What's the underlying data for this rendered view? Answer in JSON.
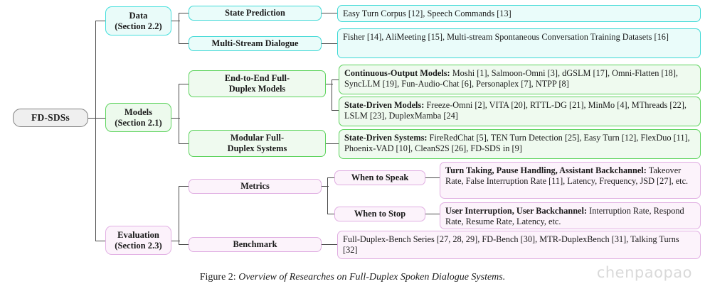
{
  "figure": {
    "caption_label": "Figure 2:",
    "caption_title": "Overview of Researches on Full-Duplex Spoken Dialogue Systems.",
    "watermark": "chenpaopao"
  },
  "colors": {
    "root_fill": "#efefef",
    "root_border": "#808080",
    "data_fill": "#e9fbf9",
    "data_border": "#43dfdc",
    "models_fill": "#edfaed",
    "models_border": "#5fd45f",
    "evaluation_fill": "#fcf2fb",
    "evaluation_border": "#e2b0e4",
    "connector": "#4a4a4a"
  },
  "root": {
    "label": "FD-SDSs"
  },
  "branches": {
    "data": {
      "label_line1": "Data",
      "label_line2": "(Section 2.2)",
      "children": [
        {
          "label": "State Prediction",
          "content_plain": "Easy Turn Corpus [12], Speech Commands [13]",
          "content_html": "Easy Turn Corpus [12], Speech Commands [13]"
        },
        {
          "label": "Multi-Stream Dialogue",
          "content_plain": "Fisher [14], AliMeeting [15], Multi-stream Spontaneous Conversation Training Datasets [16]",
          "content_html": "Fisher [14], AliMeeting [15], Multi-stream Spontaneous Conversation Training Datasets [16]"
        }
      ]
    },
    "models": {
      "label_line1": "Models",
      "label_line2": "(Section 2.1)",
      "children": [
        {
          "label_line1": "End-to-End Full-",
          "label_line2": "Duplex Models",
          "leaves": [
            {
              "heading": "Continuous-Output Models:",
              "items": "Moshi [1], Salmoon-Omni [3], dGSLM [17], Omni-Flatten [18], SyncLLM [19], Fun-Audio-Chat [6], Personaplex [7], NTPP [8]"
            },
            {
              "heading": "State-Driven Models:",
              "items": "Freeze-Omni [2], VITA [20], RTTL-DG [21], MinMo [4], MThreads [22], LSLM [23], DuplexMamba [24]"
            }
          ]
        },
        {
          "label_line1": "Modular Full-",
          "label_line2": "Duplex Systems",
          "leaves": [
            {
              "heading": "State-Driven Systems:",
              "items": "FireRedChat [5], TEN Turn Detection [25], Easy Turn [12], FlexDuo [11], Phoenix-VAD [10], CleanS2S [26], FD-SDS in [9]"
            }
          ]
        }
      ]
    },
    "evaluation": {
      "label_line1": "Evaluation",
      "label_line2": "(Section 2.3)",
      "children": [
        {
          "label": "Metrics",
          "leaves": [
            {
              "label": "When to Speak",
              "heading": "Turn Taking, Pause Handling, Assistant Backchannel:",
              "items": "Takeover Rate, False Interruption Rate [11], Latency, Frequency, JSD [27], etc."
            },
            {
              "label": "When to Stop",
              "heading": "User Interruption, User Backchannel:",
              "items": "Interruption Rate, Respond Rate, Resume Rate, Latency, etc."
            }
          ]
        },
        {
          "label": "Benchmark",
          "content_plain": "Full-Duplex-Bench Series [27, 28, 29], FD-Bench [30], MTR-DuplexBench [31], Talking Turns [32]",
          "content_html": "Full-Duplex-Bench Series [27, 28, 29], FD-Bench [30], MTR-DuplexBench [31], Talking Turns [32]"
        }
      ]
    }
  }
}
